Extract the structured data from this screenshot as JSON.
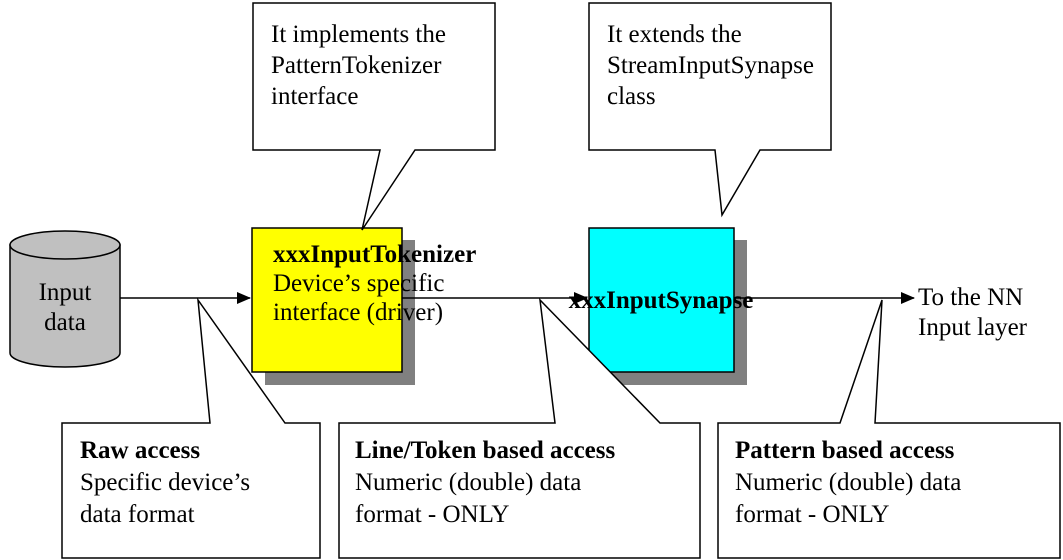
{
  "source": {
    "label_line1": "Input",
    "label_line2": "data",
    "fill": "#c0c0c0"
  },
  "tokenizer": {
    "title": "xxxInputTokenizer",
    "desc_line1": "Device’s specific",
    "desc_line2": "interface (driver)",
    "fill": "#ffff00"
  },
  "synapse": {
    "title": "xxxInputSynapse",
    "fill": "#00ffff"
  },
  "shadow_color": "#808080",
  "output": {
    "line1": "To the NN",
    "line2": "Input layer"
  },
  "notes": {
    "tokenizer_note": {
      "line1": "It implements the",
      "line2": "PatternTokenizer",
      "line3": "interface"
    },
    "synapse_note": {
      "line1": "It extends the",
      "line2": "StreamInputSynapse",
      "line3": "class"
    }
  },
  "access_levels": [
    {
      "title": "Raw access",
      "line1": "Specific device’s",
      "line2": "data format"
    },
    {
      "title": "Line/Token based access",
      "line1": "Numeric (double) data",
      "line2": "format - ONLY"
    },
    {
      "title": "Pattern based access",
      "line1": "Numeric (double) data",
      "line2": "format - ONLY"
    }
  ]
}
